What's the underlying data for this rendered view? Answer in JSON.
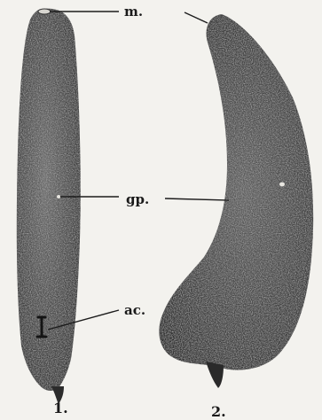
{
  "labels": {
    "mouth": "m.",
    "genital_pore": "gp.",
    "acetabulum": "ac."
  },
  "figure_numbers": {
    "first": "1.",
    "second": "2."
  }
}
